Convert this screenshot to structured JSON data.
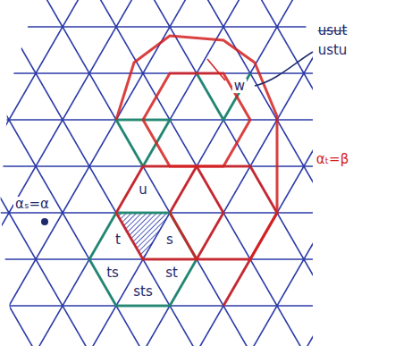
{
  "diagram": {
    "labels": [
      "usut",
      "ustu",
      "w",
      "u",
      "t",
      "s",
      "ts",
      "st",
      "sts",
      "αₛ=α",
      "αₜ=β"
    ]
  }
}
